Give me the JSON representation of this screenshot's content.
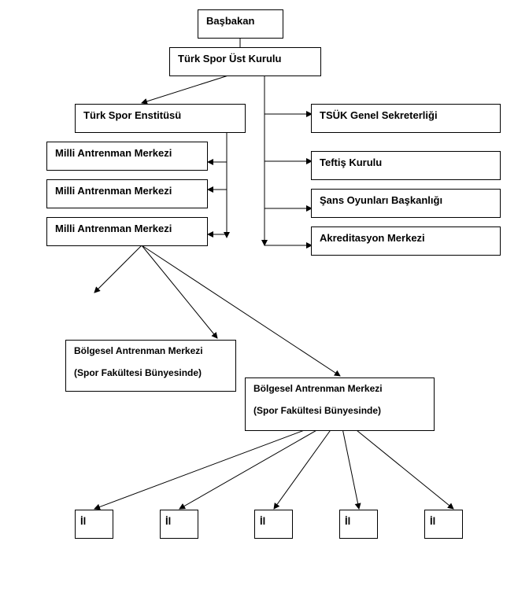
{
  "nodes": {
    "basbakan": "Başbakan",
    "tsuk": "Türk Spor Üst Kurulu",
    "enstitu": "Türk Spor Enstitüsü",
    "mam1": "Milli Antrenman Merkezi",
    "mam2": "Milli Antrenman Merkezi",
    "mam3": "Milli Antrenman Merkezi",
    "genel_sekreterlik": "TSÜK Genel Sekreterliği",
    "teftis": "Teftiş Kurulu",
    "sans": "Şans Oyunları Başkanlığı",
    "akreditasyon": "Akreditasyon Merkezi",
    "bam1": {
      "line1": "Bölgesel Antrenman Merkezi",
      "line2": "(Spor Fakültesi Bünyesinde)"
    },
    "bam2": {
      "line1": "Bölgesel Antrenman Merkezi",
      "line2": "(Spor Fakültesi Bünyesinde)"
    },
    "il": [
      "İl",
      "İl",
      "İl",
      "İl",
      "İl"
    ]
  }
}
